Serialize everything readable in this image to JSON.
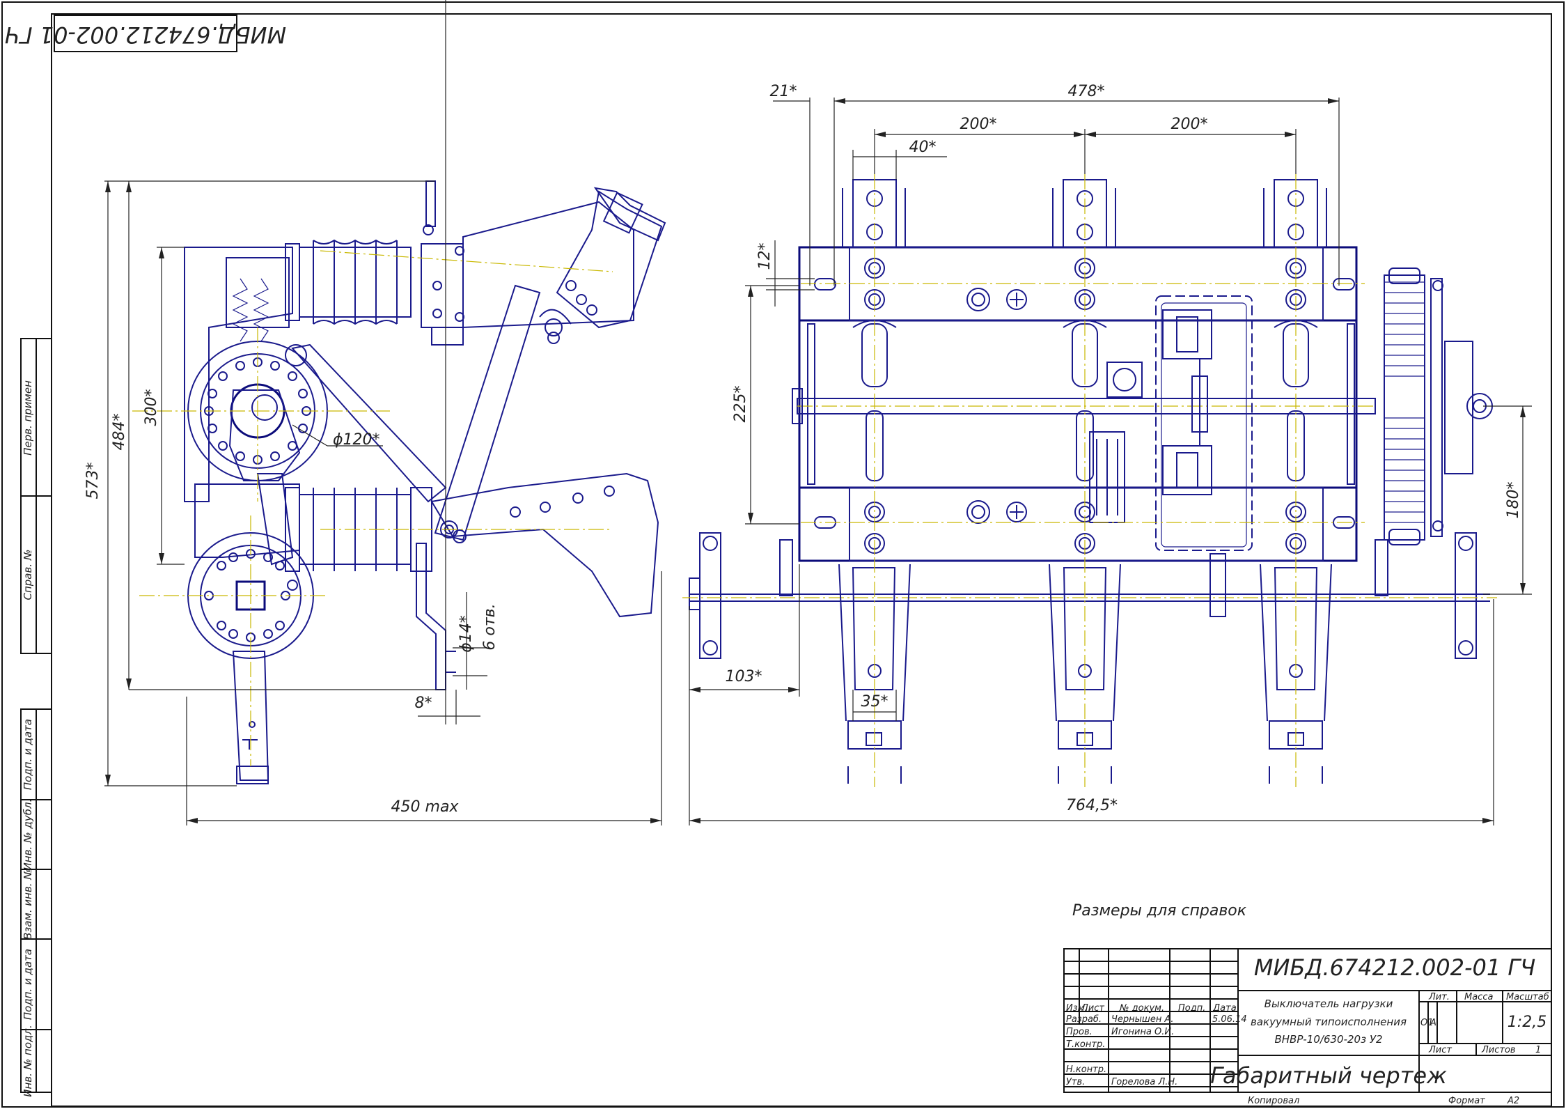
{
  "drawing": {
    "code_top": "МИБД.674212.002-01 ГЧ",
    "note": "Размеры для справок"
  },
  "dims_left": {
    "d573": "573*",
    "d484": "484*",
    "d300": "300*",
    "d120": "ϕ120*",
    "d14": "ϕ14*",
    "d6otv": "6 отв.",
    "d8": "8*",
    "d450": "450 max"
  },
  "dims_right": {
    "d21": "21*",
    "d478": "478*",
    "d200a": "200*",
    "d200b": "200*",
    "d40": "40*",
    "d12": "12*",
    "d225": "225*",
    "d180": "180*",
    "d103": "103*",
    "d35": "35*",
    "d764": "764,5*"
  },
  "side_stamp": {
    "perv_primen": "Перв. примен",
    "sprav_no": "Справ. №",
    "podp_data_1": "Подп. и дата",
    "inv_dubl": "Инв. № дубл.",
    "vzam_inv": "Взам. инв. №",
    "podp_data_2": "Подп. и дата",
    "inv_podl": "Инв. № подл."
  },
  "title_block": {
    "code": "МИБД.674212.002-01 ГЧ",
    "hdr_izm": "Изм.",
    "hdr_list": "Лист",
    "hdr_dokum": "№ докум.",
    "hdr_podp": "Подп.",
    "hdr_data": "Дата",
    "role_razrab": "Разраб.",
    "name_razrab": "Чернышен А.",
    "date_razrab": "5.06.14",
    "role_prov": "Пров.",
    "name_prov": "Игонина О.И.",
    "role_tkontr": "Т.контр.",
    "role_nkontr": "Н.контр.",
    "role_utv": "Утв.",
    "name_utv": "Горелова Л.Н.",
    "product_line1": "Выключатель нагрузки",
    "product_line2": "вакуумный типоисполнения",
    "product_line3": "ВНВР-10/630-20з У2",
    "doc_title": "Габаритный чертеж",
    "hdr_lit": "Лит.",
    "hdr_massa": "Масса",
    "hdr_masshtab": "Масштаб",
    "lit_o1": "О1",
    "lit_a": "А",
    "scale": "1:2,5",
    "sheet_label": "Лист",
    "sheets_label": "Листов",
    "sheets_value": "1",
    "kopiroval": "Копировал",
    "format_label": "Формат",
    "format_value": "А2"
  }
}
